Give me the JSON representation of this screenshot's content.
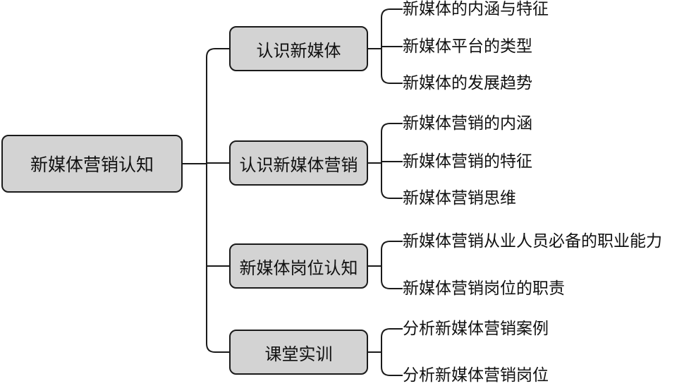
{
  "root": {
    "label": "新媒体营销认知"
  },
  "branches": [
    {
      "label": "认识新媒体",
      "children": [
        "新媒体的内涵与特征",
        "新媒体平台的类型",
        "新媒体的发展趋势"
      ]
    },
    {
      "label": "认识新媒体营销",
      "children": [
        "新媒体营销的内涵",
        "新媒体营销的特征",
        "新媒体营销思维"
      ]
    },
    {
      "label": "新媒体岗位认知",
      "children": [
        "新媒体营销从业人员必备的职业能力",
        "新媒体营销岗位的职责"
      ]
    },
    {
      "label": "课堂实训",
      "children": [
        "分析新媒体营销案例",
        "分析新媒体营销岗位"
      ]
    }
  ]
}
